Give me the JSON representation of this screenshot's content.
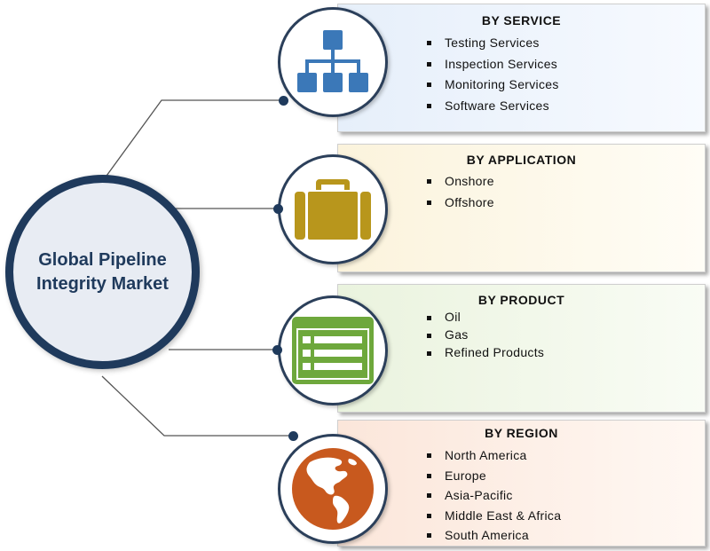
{
  "center": {
    "title": "Global Pipeline Integrity Market"
  },
  "colors": {
    "navy": "#1f3a5c",
    "service": "#3b78b8",
    "application": "#b8961c",
    "product": "#6ea83c",
    "region": "#c8591e"
  },
  "segments": [
    {
      "id": "service",
      "title": "BY SERVICE",
      "icon": "network-hierarchy-icon",
      "items": [
        "Testing Services",
        "Inspection Services",
        "Monitoring Services",
        "Software Services"
      ]
    },
    {
      "id": "application",
      "title": "BY APPLICATION",
      "icon": "briefcase-icon",
      "items": [
        "Onshore",
        "Offshore"
      ]
    },
    {
      "id": "product",
      "title": "BY PRODUCT",
      "icon": "list-window-icon",
      "items": [
        "Oil",
        "Gas",
        "Refined Products"
      ]
    },
    {
      "id": "region",
      "title": "BY REGION",
      "icon": "globe-americas-icon",
      "items": [
        "North America",
        "Europe",
        "Asia-Pacific",
        "Middle East & Africa",
        "South America"
      ]
    }
  ]
}
